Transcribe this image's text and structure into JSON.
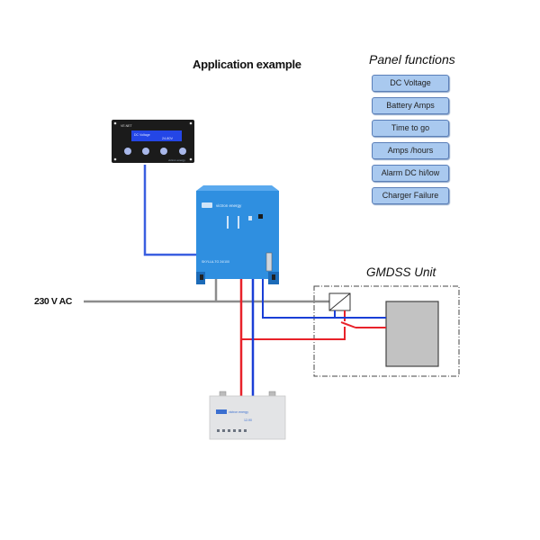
{
  "title": "Application example",
  "panel_functions": {
    "heading": "Panel functions",
    "items": [
      {
        "label": "DC Voltage"
      },
      {
        "label": "Battery Amps"
      },
      {
        "label": "Time to go"
      },
      {
        "label": "Amps /hours"
      },
      {
        "label": "Alarm DC hi/low"
      },
      {
        "label": "Charger Failure"
      }
    ]
  },
  "gmdss": {
    "label": "GMDSS Unit"
  },
  "ac_input": {
    "label": "230 V AC"
  },
  "control_panel": {
    "brand_label": "VE.NET",
    "display_line1": "DC Voltage",
    "display_value": "24.80V",
    "maker": "victron energy"
  },
  "charger": {
    "maker": "victron energy",
    "model": "SKYLLA-TG 24/100"
  },
  "battery": {
    "maker": "victron energy",
    "model": "12-90"
  },
  "colors": {
    "positive_wire": "#e8222a",
    "negative_wire": "#1a3fd6",
    "data_wire": "#3a5fe0",
    "ac_wire": "#8c8c8c",
    "charger_body": "#2f8fe0",
    "button_fill": "#a9c9ef"
  }
}
